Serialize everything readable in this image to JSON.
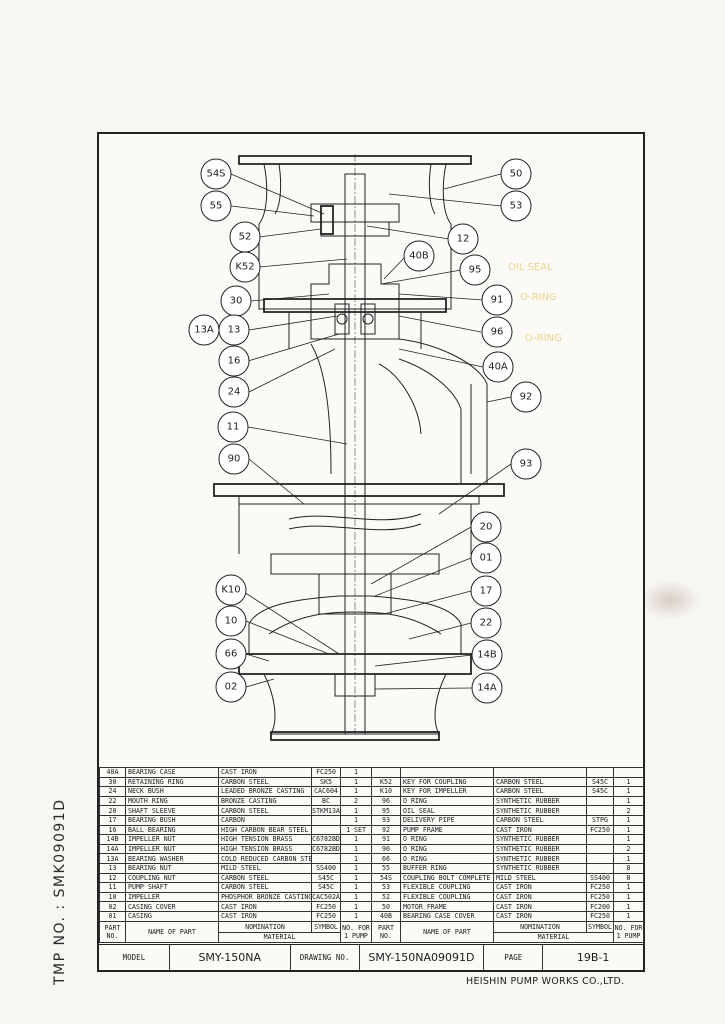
{
  "stamp": {
    "tmp_no": "TMP NO. : SMK09091D"
  },
  "handwritten_notes": [
    "OIL SEAL",
    "O-RING",
    "O-RING"
  ],
  "balloons": [
    {
      "id": "54S"
    },
    {
      "id": "55"
    },
    {
      "id": "52"
    },
    {
      "id": "K52"
    },
    {
      "id": "30"
    },
    {
      "id": "13A"
    },
    {
      "id": "13"
    },
    {
      "id": "16"
    },
    {
      "id": "24"
    },
    {
      "id": "11"
    },
    {
      "id": "90"
    },
    {
      "id": "K10"
    },
    {
      "id": "10"
    },
    {
      "id": "66"
    },
    {
      "id": "02"
    },
    {
      "id": "50"
    },
    {
      "id": "53"
    },
    {
      "id": "12"
    },
    {
      "id": "40B"
    },
    {
      "id": "95"
    },
    {
      "id": "91"
    },
    {
      "id": "96"
    },
    {
      "id": "40A"
    },
    {
      "id": "92"
    },
    {
      "id": "93"
    },
    {
      "id": "20"
    },
    {
      "id": "01"
    },
    {
      "id": "17"
    },
    {
      "id": "22"
    },
    {
      "id": "14B"
    },
    {
      "id": "14A"
    }
  ],
  "parts_left": [
    {
      "no": "40A",
      "name": "BEARING CASE",
      "material": "CAST IRON",
      "symbol": "FC250",
      "qty": "1"
    },
    {
      "no": "30",
      "name": "RETAINING RING",
      "material": "CARBON STEEL",
      "symbol": "SK5",
      "qty": "1"
    },
    {
      "no": "24",
      "name": "NECK BUSH",
      "material": "LEADED BRONZE CASTING",
      "symbol": "CAC604",
      "qty": "1"
    },
    {
      "no": "22",
      "name": "MOUTH RING",
      "material": "BRONZE CASTING",
      "symbol": "BC",
      "qty": "2"
    },
    {
      "no": "20",
      "name": "SHAFT SLEEVE",
      "material": "CARBON STEEL",
      "symbol": "STKM13A",
      "qty": "1"
    },
    {
      "no": "17",
      "name": "BEARING BUSH",
      "material": "CARBON",
      "symbol": "",
      "qty": "1"
    },
    {
      "no": "16",
      "name": "BALL BEARING",
      "material": "HIGH CARBON BEAR STEEL",
      "symbol": "",
      "qty": "1 SET"
    },
    {
      "no": "14B",
      "name": "IMPELLER NUT",
      "material": "HIGH TENSION BRASS",
      "symbol": "C6782BD",
      "qty": "1"
    },
    {
      "no": "14A",
      "name": "IMPELLER NUT",
      "material": "HIGH TENSION BRASS",
      "symbol": "C6782BD",
      "qty": "1"
    },
    {
      "no": "13A",
      "name": "BEARING WASHER",
      "material": "COLD REDUCED CARBON STEEL",
      "symbol": "",
      "qty": "1"
    },
    {
      "no": "13",
      "name": "BEARING NUT",
      "material": "MILD STEEL",
      "symbol": "SS400",
      "qty": "1"
    },
    {
      "no": "12",
      "name": "COUPLING NUT",
      "material": "CARBON STEEL",
      "symbol": "S45C",
      "qty": "1"
    },
    {
      "no": "11",
      "name": "PUMP SHAFT",
      "material": "CARBON STEEL",
      "symbol": "S45C",
      "qty": "1"
    },
    {
      "no": "10",
      "name": "IMPELLER",
      "material": "PHOSPHOR BRONZE CASTING",
      "symbol": "CAC502A",
      "qty": "1"
    },
    {
      "no": "02",
      "name": "CASING COVER",
      "material": "CAST IRON",
      "symbol": "FC250",
      "qty": "1"
    },
    {
      "no": "01",
      "name": "CASING",
      "material": "CAST IRON",
      "symbol": "FC250",
      "qty": "1"
    }
  ],
  "parts_right": [
    {
      "no": "",
      "name": "",
      "material": "",
      "symbol": "",
      "qty": ""
    },
    {
      "no": "K52",
      "name": "KEY FOR COUPLING",
      "material": "CARBON STEEL",
      "symbol": "S45C",
      "qty": "1"
    },
    {
      "no": "K10",
      "name": "KEY FOR IMPELLER",
      "material": "CARBON STEEL",
      "symbol": "S45C",
      "qty": "1"
    },
    {
      "no": "96",
      "name": "O RING",
      "material": "SYNTHETIC RUBBER",
      "symbol": "",
      "qty": "1"
    },
    {
      "no": "95",
      "name": "OIL SEAL",
      "material": "SYNTHETIC RUBBER",
      "symbol": "",
      "qty": "2"
    },
    {
      "no": "93",
      "name": "DELIVERY PIPE",
      "material": "CARBON STEEL",
      "symbol": "STPG",
      "qty": "1"
    },
    {
      "no": "92",
      "name": "PUMP FRAME",
      "material": "CAST IRON",
      "symbol": "FC250",
      "qty": "1"
    },
    {
      "no": "91",
      "name": "O RING",
      "material": "SYNTHETIC RUBBER",
      "symbol": "",
      "qty": "1"
    },
    {
      "no": "90",
      "name": "O RING",
      "material": "SYNTHETIC RUBBER",
      "symbol": "",
      "qty": "2"
    },
    {
      "no": "66",
      "name": "O RING",
      "material": "SYNTHETIC RUBBER",
      "symbol": "",
      "qty": "1"
    },
    {
      "no": "55",
      "name": "BUFFER RING",
      "material": "SYNTHETIC RUBBER",
      "symbol": "",
      "qty": "8"
    },
    {
      "no": "54S",
      "name": "COUPLING BOLT COMPLETE",
      "material": "MILD STEEL",
      "symbol": "SS400",
      "qty": "8"
    },
    {
      "no": "53",
      "name": "FLEXIBLE COUPLING",
      "material": "CAST IRON",
      "symbol": "FC250",
      "qty": "1"
    },
    {
      "no": "52",
      "name": "FLEXIBLE COUPLING",
      "material": "CAST IRON",
      "symbol": "FC250",
      "qty": "1"
    },
    {
      "no": "50",
      "name": "MOTOR FRAME",
      "material": "CAST IRON",
      "symbol": "FC200",
      "qty": "1"
    },
    {
      "no": "40B",
      "name": "BEARING CASE COVER",
      "material": "CAST IRON",
      "symbol": "FC250",
      "qty": "1"
    }
  ],
  "headers": {
    "part_no": "PART NO.",
    "name_of_part": "NAME OF PART",
    "nomination": "NOMINATION",
    "material": "MATERIAL",
    "symbol": "SYMBOL",
    "no_for_1_pump": "NO. FOR 1 PUMP"
  },
  "title_block": {
    "model_label": "MODEL",
    "model_value": "SMY-150NA",
    "drawing_no_label": "DRAWING NO.",
    "drawing_no_value": "SMY-150NA09091D",
    "page_label": "PAGE",
    "page_value": "19B-1"
  },
  "company": "HEISHIN PUMP WORKS CO.,LTD."
}
